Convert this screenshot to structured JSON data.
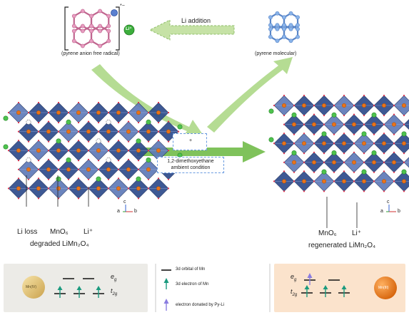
{
  "top": {
    "pyrene_anion_label": "(pyrene anion free radical)",
    "pyrene_molecular_label": "(pyrene molecular)",
    "charge_label": "*−",
    "li_addition": "Li addition",
    "li_ion": "Li⁺"
  },
  "middle": {
    "reaction_li": "Li⁺",
    "reaction_plus": "+",
    "condition_line1": "1,2-dimethoxyethane",
    "condition_line2": "ambient condition"
  },
  "left_structure": {
    "li_loss": "Li loss",
    "mno6": "MnO₆",
    "li_plus": "Li⁺",
    "title": "degraded LiMn₂O₄",
    "axis_a": "a",
    "axis_b": "b",
    "axis_c": "c"
  },
  "right_structure": {
    "mno6": "MnO₆",
    "li_plus": "Li⁺",
    "title": "regenerated LiMn₂O₄",
    "axis_a": "a",
    "axis_b": "b",
    "axis_c": "c"
  },
  "legend": {
    "orbital": "3d orbital of Mn",
    "electron_mn": "3d electron of Mn",
    "electron_py": "electron donated by Py-Li"
  },
  "left_panel": {
    "ion": "Mn(IV)",
    "eg": "e",
    "eg_sub": "g",
    "t2g": "t",
    "t2g_sub": "2g"
  },
  "right_panel": {
    "ion": "Mn(III)",
    "eg": "e",
    "eg_sub": "g",
    "t2g": "t",
    "t2g_sub": "2g"
  },
  "colors": {
    "arrow_green": "#b5dc93",
    "octahedron_dark": "#2e4b8c",
    "octahedron_light": "#5f7ab8",
    "mn_orange": "#e8731a",
    "li_green": "#4ec24e",
    "left_panel_bg": "#ecebe7",
    "right_panel_bg": "#fbe3cc",
    "pyrene_pink": "#e79cc0",
    "pyrene_blue": "#8ab4ea"
  }
}
